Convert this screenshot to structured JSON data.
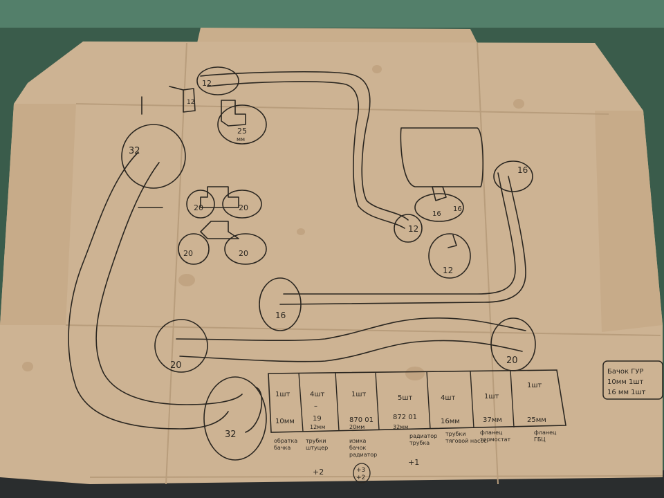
{
  "sketch": {
    "size_labels": {
      "a": "12",
      "b": "12",
      "c": "25",
      "c_unit": "мм",
      "d": "32",
      "e": "20",
      "f": "20",
      "g": "20",
      "h": "20",
      "i": "16",
      "j": "16",
      "k": "16",
      "l": "12",
      "m": "12",
      "n": "16",
      "o": "20",
      "p": "20",
      "q": "32"
    },
    "table": {
      "columns": [
        {
          "qty": "1шт",
          "mid": "",
          "size": "10мм",
          "caption": [
            "обратка",
            "бачка"
          ],
          "extra": ""
        },
        {
          "qty": "4шт",
          "mid": "–",
          "size": "19",
          "size2": "12мм",
          "caption": [
            "трубки",
            "штуцер"
          ],
          "extra": "+2"
        },
        {
          "qty": "1шт",
          "mid": "",
          "size": "870 01",
          "size2": "20мм",
          "caption": [
            "изика",
            "бачок",
            "радиатор"
          ],
          "extra": "+3\n+2"
        },
        {
          "qty": "5шт",
          "mid": "",
          "size": "872 01",
          "size2": "32мм",
          "caption": [
            "радиатор",
            "трубка"
          ],
          "extra": "+1"
        },
        {
          "qty": "4шт",
          "mid": "",
          "size": "16мм",
          "caption": [
            "трубки",
            "тяговой насос"
          ],
          "extra": ""
        },
        {
          "qty": "1шт",
          "mid": "",
          "size": "37мм",
          "caption": [
            "фланец",
            "термостат"
          ],
          "extra": ""
        },
        {
          "qty": "1шт",
          "mid": "",
          "size": "25мм",
          "caption": [
            "фланец",
            "ГБЦ"
          ],
          "extra": ""
        }
      ]
    },
    "note": {
      "lines": [
        "Бачок ГУР",
        "10мм 1шт",
        "16 мм 1шт"
      ]
    }
  },
  "colors": {
    "cardboard": "#cdb393",
    "ink": "#2a2620",
    "wall_green": "#3e6b55"
  }
}
